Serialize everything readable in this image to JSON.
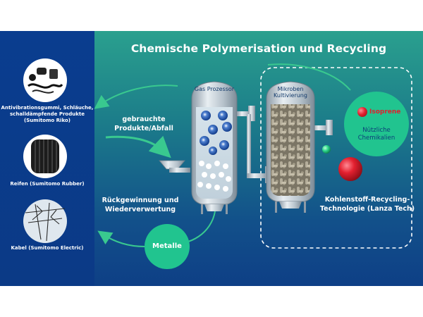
{
  "title": "Chemische Polymerisation und Recycling",
  "sidebar": {
    "items": [
      {
        "label": "Antivibrationsgummi, Schläuche, schalldämpfende Produkte (Sumitomo Riko)",
        "icon": "rubber-parts-icon"
      },
      {
        "label": "Reifen (Sumitomo Rubber)",
        "icon": "tire-icon"
      },
      {
        "label": "Kabel (Sumitomo Electric)",
        "icon": "cable-icon"
      }
    ]
  },
  "diagram": {
    "used_products": "gebrauchte Produkte/Abfall",
    "recovery": "Rückgewinnung und Wiederverwertung",
    "metals": "Metalle",
    "gas_processor": "Gas Prozessor",
    "microbe_cultivation": "Mikroben Kultivierung",
    "isoprene": "Isoprene",
    "useful_chemicals": "Nützliche Chemikalien",
    "carbon_recycling": "Kohlenstoff-Recycling-Technologie (Lanza Tech)"
  },
  "colors": {
    "sidebar": "#0b3a86",
    "accent_green": "#21c48f",
    "isoprene_red": "#e0202e"
  }
}
